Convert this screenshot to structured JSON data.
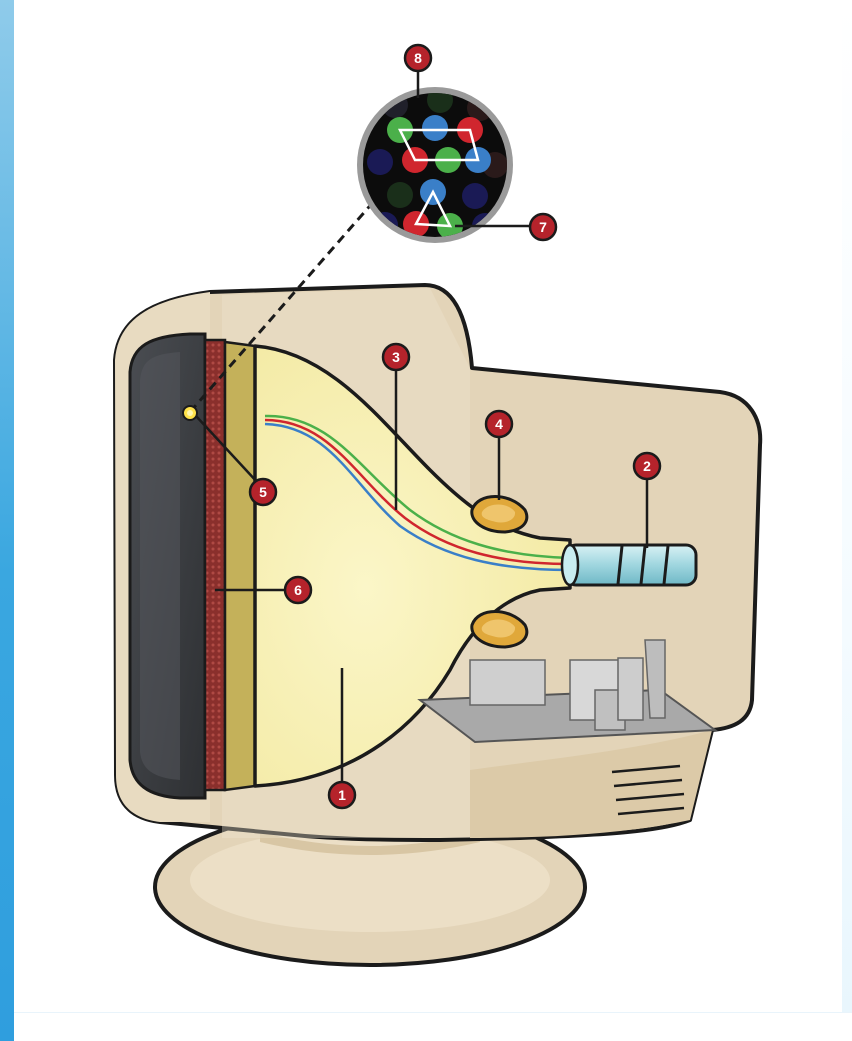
{
  "diagram": {
    "labels": [
      {
        "id": "1",
        "text": "1"
      },
      {
        "id": "2",
        "text": "2"
      },
      {
        "id": "3",
        "text": "3"
      },
      {
        "id": "4",
        "text": "4"
      },
      {
        "id": "5",
        "text": "5"
      },
      {
        "id": "6",
        "text": "6"
      },
      {
        "id": "7",
        "text": "7"
      },
      {
        "id": "8",
        "text": "8"
      }
    ],
    "colors": {
      "badge": "#b5232b",
      "housing": "#e3d4b8",
      "tube": "#f7efb2",
      "screen": "#3a3c40",
      "phosphor_stripe": "#8d3531",
      "beam_red": "#d0262e",
      "beam_green": "#4bb04a",
      "beam_blue": "#3a7fc8"
    }
  }
}
